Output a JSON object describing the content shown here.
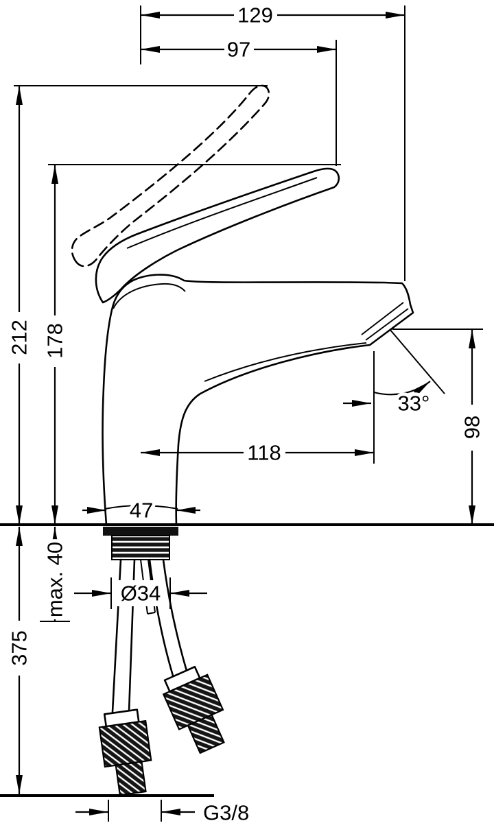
{
  "meta": {
    "background": "#ffffff",
    "line_color": "#000000",
    "description": "Technical dimension drawing of a single-lever basin mixer faucet, side elevation with mounting shank and supply hoses",
    "units": "mm"
  },
  "dims": {
    "reach_full": "129",
    "reach_handle": "97",
    "height_total": "212",
    "height_handle": "178",
    "spout_angle": "33°",
    "spout_height": "98",
    "spout_reach": "118",
    "base_width": "47",
    "hole_diameter": "Ø34",
    "max_counter_thickness": "max. 40",
    "hose_length": "375",
    "connection_thread": "G3/8"
  }
}
